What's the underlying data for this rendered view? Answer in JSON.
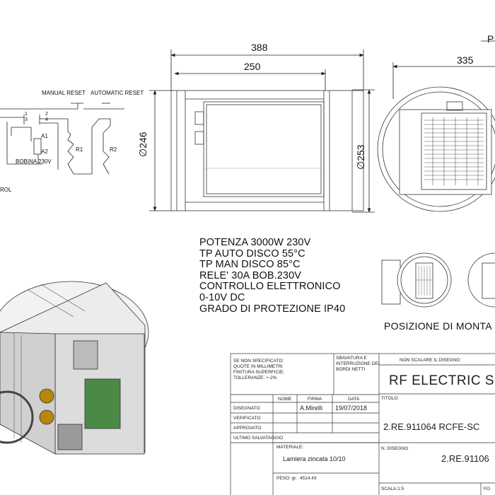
{
  "dimensions": {
    "length_overall": "388",
    "length_body": "250",
    "diameter_inner": "∅246",
    "diameter_outer": "∅253",
    "side_width": "335",
    "corner_letter": "P"
  },
  "wiring": {
    "manual_reset": "MANUAL RESET",
    "automatic_reset": "AUTOMATIC RESET",
    "terminal_1": "1",
    "terminal_3": "3",
    "terminal_2": "2",
    "terminal_4": "4",
    "a1": "A1",
    "a2": "A2",
    "r1": "R1",
    "r2": "R2",
    "coil": "BOBINA 230V",
    "control_fragment": "ROL"
  },
  "specs": [
    "POTENZA 3000W 230V",
    "TP AUTO DISCO 55°C",
    "TP MAN DISCO 85°C",
    "RELE' 30A BOB.230V",
    "CONTROLLO ELETTRONICO",
    "0-10V DC",
    "GRADO DI PROTEZIONE IP40"
  ],
  "mounting_label": "POSIZIONE DI MONTA",
  "title_block": {
    "notes": [
      "SE NON SPECIFICATO:",
      "QUOTE IN MILLIMETRI",
      "FINITURA SUPERFICIE:",
      "TOLLERANZE: +-2%"
    ],
    "deburr": [
      "SBAVATURA E",
      "INTERRUZIONE DEI",
      "BORDI NETTI"
    ],
    "no_scale": "NON SCALARE IL DISEGNO",
    "title": "RF ELECTRIC S",
    "col_nome": "NOME",
    "col_firma": "FIRMA",
    "col_data": "DATA",
    "row_disegnato": "DISEGNATO",
    "row_verificato": "VERIFICATO",
    "row_approvato": "APPROVATO",
    "row_ultimo": "ULTIMO SALVATAGGIO",
    "firma_value": "A.Mirelli",
    "data_value": "19/07/2018",
    "titolo_label": "TITOLO:",
    "titolo_value": "2.RE.911064 RCFE-SC",
    "materiale_label": "MATERIALE:",
    "materiale_value": "Lamiera zincata 10/10",
    "disegno_label": "N. DISEGNO",
    "disegno_value": "2.RE.91106",
    "peso_label": "PESO: gr.",
    "peso_value": "4514.43",
    "scala": "SCALA:1:5",
    "foglio_fragment": "FO"
  }
}
